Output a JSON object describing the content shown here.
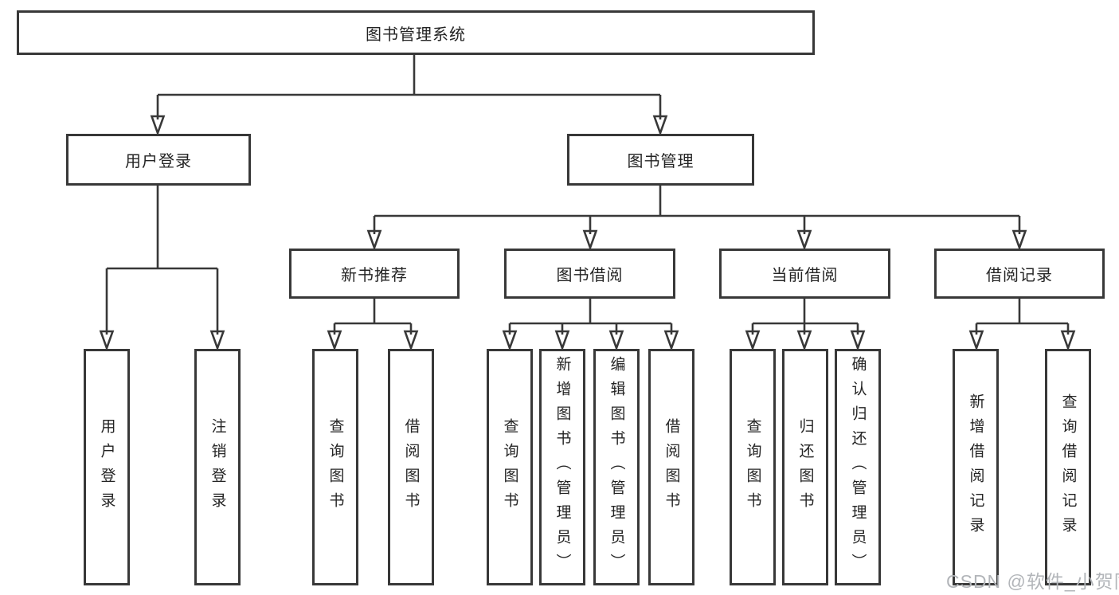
{
  "diagram": {
    "root": {
      "label": "图书管理系统"
    },
    "branches": [
      {
        "label": "用户登录"
      },
      {
        "label": "图书管理"
      }
    ],
    "modules": [
      {
        "label": "新书推荐"
      },
      {
        "label": "图书借阅"
      },
      {
        "label": "当前借阅"
      },
      {
        "label": "借阅记录"
      }
    ],
    "leaves": [
      {
        "label": "用户登录"
      },
      {
        "label": "注销登录"
      },
      {
        "label": "查询图书"
      },
      {
        "label": "借阅图书"
      },
      {
        "label": "查询图书"
      },
      {
        "label": "新增图书（管理员）"
      },
      {
        "label": "编辑图书（管理员）"
      },
      {
        "label": "借阅图书"
      },
      {
        "label": "查询图书"
      },
      {
        "label": "归还图书"
      },
      {
        "label": "确认归还（管理员）"
      },
      {
        "label": "新增借阅记录"
      },
      {
        "label": "查询借阅记录"
      }
    ],
    "colors": {
      "line": "#383838",
      "text": "#242424",
      "background": "#ffffff",
      "watermark": "#b2b5b9"
    }
  },
  "watermark": {
    "text": "CSDN @软件_小贺同学"
  }
}
